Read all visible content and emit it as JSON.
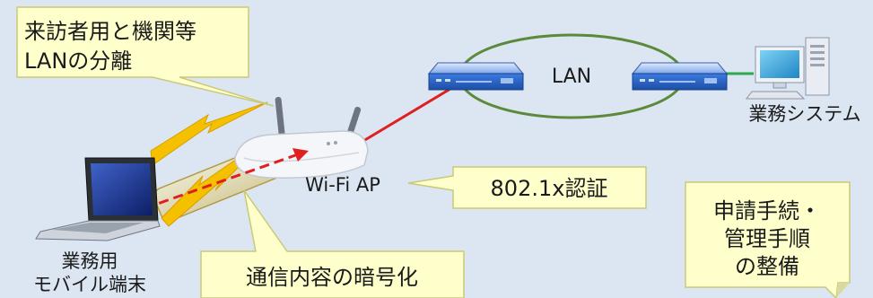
{
  "callouts": {
    "separation": [
      "来訪者用と機関等",
      "LANの分離"
    ],
    "auth": "802.1x認証",
    "encryption": "通信内容の暗号化",
    "procedures": [
      "申請手続・",
      "管理手順",
      "の整備"
    ]
  },
  "labels": {
    "lan": "LAN",
    "business_system": "業務システム",
    "wifi_ap": "Wi-Fi AP",
    "mobile_terminal": [
      "業務用",
      "モバイル端末"
    ]
  },
  "colors": {
    "background": "#dce6f2",
    "callout_fill": "#ffffcc",
    "callout_stroke": "#c9c97a",
    "red_link": "#e02020",
    "green_link": "#2fa84f",
    "lan_ring": "#5a8a3a",
    "lightning": "#f5c000",
    "router": "#2e6fd1"
  }
}
